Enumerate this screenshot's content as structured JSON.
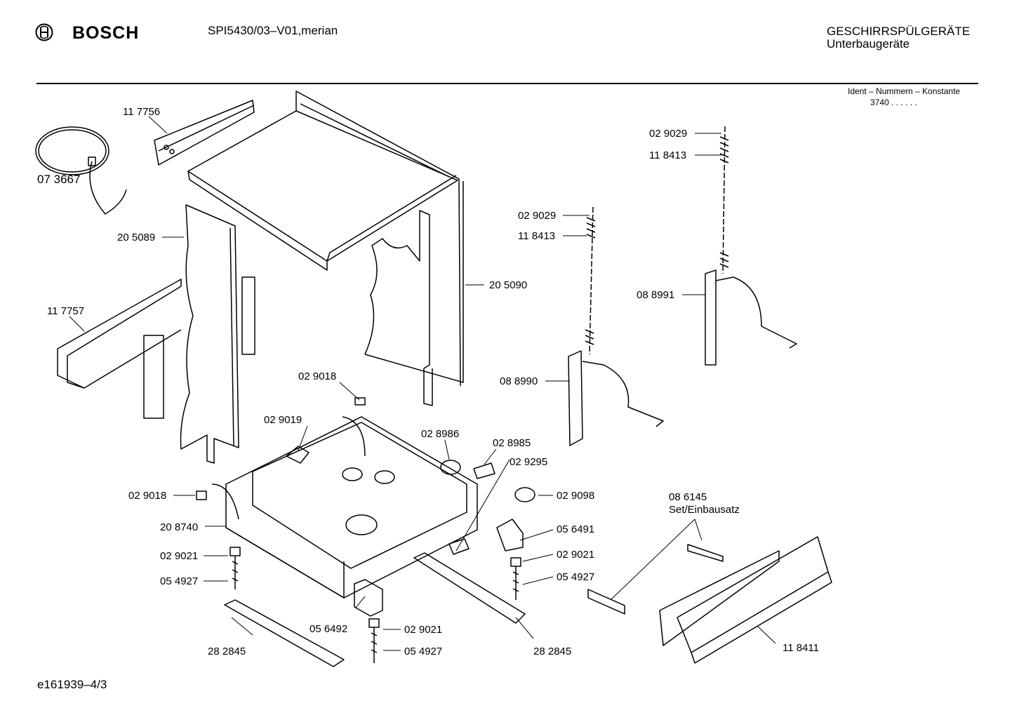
{
  "header": {
    "brand": "BOSCH",
    "model": "SPI5430/03–V01,merian",
    "category_line1": "GESCHIRRSPÜLGERÄTE",
    "category_line2": "Unterbaugeräte",
    "ident_caption": "Ident – Nummern – Konstante",
    "ident_value": "3740 . . . . . ."
  },
  "parts": [
    {
      "key": "p117756",
      "number": "11 7756"
    },
    {
      "key": "p073667",
      "number": "07 3667"
    },
    {
      "key": "p205089",
      "number": "20 5089"
    },
    {
      "key": "p117757",
      "number": "11 7757"
    },
    {
      "key": "p205090",
      "number": "20 5090"
    },
    {
      "key": "p029018a",
      "number": "02 9018"
    },
    {
      "key": "p029019",
      "number": "02 9019"
    },
    {
      "key": "p028986",
      "number": "02 8986"
    },
    {
      "key": "p028985",
      "number": "02 8985"
    },
    {
      "key": "p029295",
      "number": "02 9295"
    },
    {
      "key": "p029098",
      "number": "02 9098"
    },
    {
      "key": "p029018b",
      "number": "02 9018"
    },
    {
      "key": "p208740",
      "number": "20 8740"
    },
    {
      "key": "p029021a",
      "number": "02 9021"
    },
    {
      "key": "p054927a",
      "number": "05 4927"
    },
    {
      "key": "p282845a",
      "number": "28 2845"
    },
    {
      "key": "p056492",
      "number": "05 6492"
    },
    {
      "key": "p029021b",
      "number": "02 9021"
    },
    {
      "key": "p054927b",
      "number": "05 4927"
    },
    {
      "key": "p282845b",
      "number": "28 2845"
    },
    {
      "key": "p056491",
      "number": "05 6491"
    },
    {
      "key": "p029021c",
      "number": "02 9021"
    },
    {
      "key": "p054927c",
      "number": "05 4927"
    },
    {
      "key": "p029029a",
      "number": "02 9029"
    },
    {
      "key": "p118413a",
      "number": "11 8413"
    },
    {
      "key": "p029029b",
      "number": "02 9029"
    },
    {
      "key": "p118413b",
      "number": "11 8413"
    },
    {
      "key": "p088991",
      "number": "08 8991"
    },
    {
      "key": "p088990",
      "number": "08 8990"
    },
    {
      "key": "p086145",
      "number": "08 6145"
    },
    {
      "key": "p118411",
      "number": "11 8411"
    }
  ],
  "set_label": "Set/Einbausatz",
  "footer_code": "e161939–4/3"
}
